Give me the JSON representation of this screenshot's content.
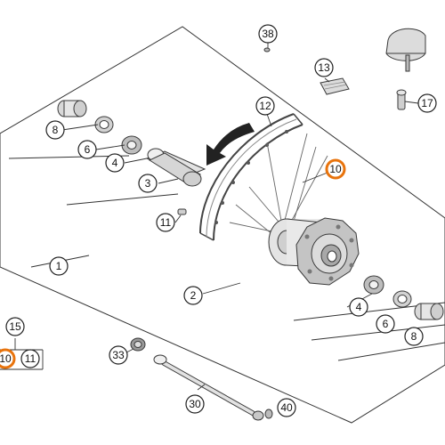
{
  "diagram": {
    "highlight_color": "#e8730c",
    "callouts": [
      {
        "id": "c38",
        "label": "38",
        "highlight": false
      },
      {
        "id": "c13",
        "label": "13",
        "highlight": false
      },
      {
        "id": "c17",
        "label": "17",
        "highlight": false
      },
      {
        "id": "c12",
        "label": "12",
        "highlight": false
      },
      {
        "id": "c8a",
        "label": "8",
        "highlight": false
      },
      {
        "id": "c6a",
        "label": "6",
        "highlight": false
      },
      {
        "id": "c4a",
        "label": "4",
        "highlight": false
      },
      {
        "id": "c3",
        "label": "3",
        "highlight": false
      },
      {
        "id": "c10a",
        "label": "10",
        "highlight": true
      },
      {
        "id": "c11a",
        "label": "11",
        "highlight": false
      },
      {
        "id": "c1",
        "label": "1",
        "highlight": false
      },
      {
        "id": "c2",
        "label": "2",
        "highlight": false
      },
      {
        "id": "c4b",
        "label": "4",
        "highlight": false
      },
      {
        "id": "c6b",
        "label": "6",
        "highlight": false
      },
      {
        "id": "c8b",
        "label": "8",
        "highlight": false
      },
      {
        "id": "c15",
        "label": "15",
        "highlight": false
      },
      {
        "id": "c10b",
        "label": "10",
        "highlight": true
      },
      {
        "id": "c11b",
        "label": "11",
        "highlight": false
      },
      {
        "id": "c33",
        "label": "33",
        "highlight": false
      },
      {
        "id": "c30",
        "label": "30",
        "highlight": false
      },
      {
        "id": "c40",
        "label": "40",
        "highlight": false
      }
    ]
  }
}
